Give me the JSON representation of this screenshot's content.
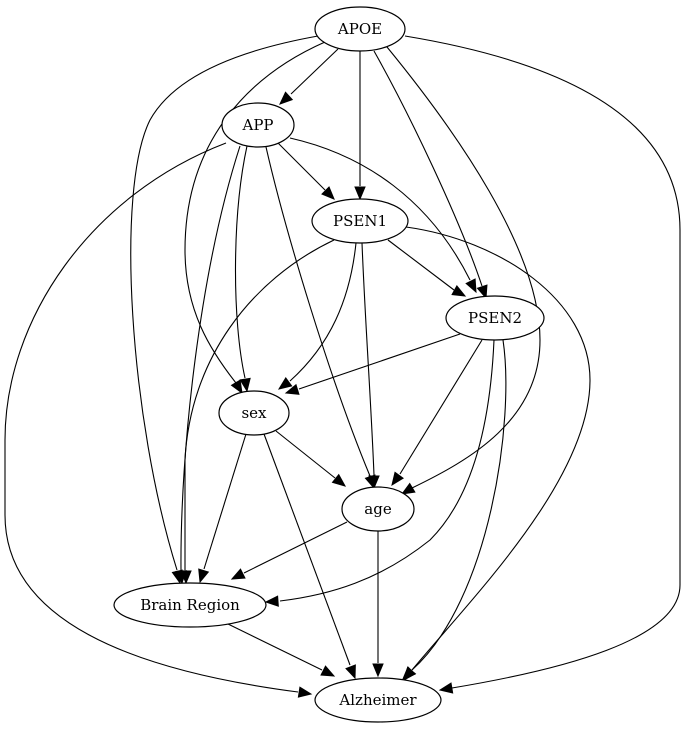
{
  "graph": {
    "type": "directed-graph",
    "nodes": [
      {
        "id": "APOE",
        "label": "APOE"
      },
      {
        "id": "APP",
        "label": "APP"
      },
      {
        "id": "PSEN1",
        "label": "PSEN1"
      },
      {
        "id": "PSEN2",
        "label": "PSEN2"
      },
      {
        "id": "sex",
        "label": "sex"
      },
      {
        "id": "age",
        "label": "age"
      },
      {
        "id": "BrainRegion",
        "label": "Brain Region"
      },
      {
        "id": "Alzheimer",
        "label": "Alzheimer"
      }
    ],
    "edges": [
      {
        "from": "APOE",
        "to": "APP"
      },
      {
        "from": "APOE",
        "to": "PSEN1"
      },
      {
        "from": "APOE",
        "to": "PSEN2"
      },
      {
        "from": "APOE",
        "to": "sex"
      },
      {
        "from": "APOE",
        "to": "age"
      },
      {
        "from": "APOE",
        "to": "BrainRegion"
      },
      {
        "from": "APOE",
        "to": "Alzheimer"
      },
      {
        "from": "APP",
        "to": "PSEN1"
      },
      {
        "from": "APP",
        "to": "PSEN2"
      },
      {
        "from": "APP",
        "to": "sex"
      },
      {
        "from": "APP",
        "to": "age"
      },
      {
        "from": "APP",
        "to": "BrainRegion"
      },
      {
        "from": "APP",
        "to": "Alzheimer"
      },
      {
        "from": "PSEN1",
        "to": "PSEN2"
      },
      {
        "from": "PSEN1",
        "to": "sex"
      },
      {
        "from": "PSEN1",
        "to": "age"
      },
      {
        "from": "PSEN1",
        "to": "BrainRegion"
      },
      {
        "from": "PSEN1",
        "to": "Alzheimer"
      },
      {
        "from": "PSEN2",
        "to": "sex"
      },
      {
        "from": "PSEN2",
        "to": "age"
      },
      {
        "from": "PSEN2",
        "to": "BrainRegion"
      },
      {
        "from": "PSEN2",
        "to": "Alzheimer"
      },
      {
        "from": "sex",
        "to": "age"
      },
      {
        "from": "sex",
        "to": "BrainRegion"
      },
      {
        "from": "sex",
        "to": "Alzheimer"
      },
      {
        "from": "age",
        "to": "BrainRegion"
      },
      {
        "from": "age",
        "to": "Alzheimer"
      },
      {
        "from": "BrainRegion",
        "to": "Alzheimer"
      }
    ]
  }
}
